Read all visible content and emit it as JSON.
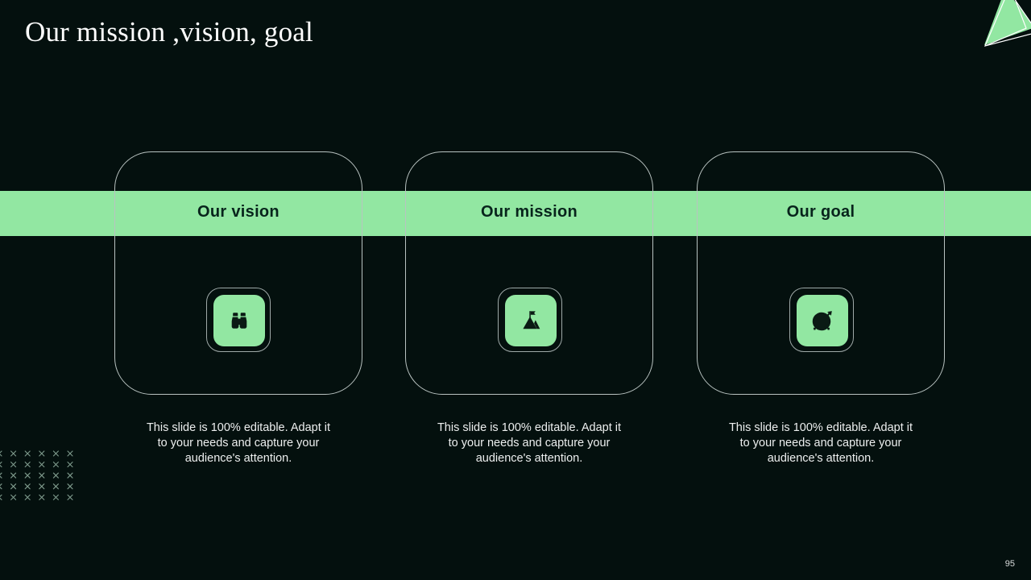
{
  "slide": {
    "title": "Our mission ,vision, goal",
    "page_number": "95",
    "background_color": "#04100E",
    "accent_color": "#92E7A2",
    "heading_text_color": "#08241C",
    "body_text_color": "#EDEFEF",
    "card_border_color": "#B9C3C1"
  },
  "band": {
    "label": "green-accent-band"
  },
  "cards": [
    {
      "heading": "Our vision",
      "icon": "binoculars-icon",
      "body": "This slide is 100% editable. Adapt it to your needs and capture your audience's attention."
    },
    {
      "heading": "Our mission",
      "icon": "mountain-flag-icon",
      "body": "This slide is 100% editable. Adapt it to your needs and capture your audience's attention."
    },
    {
      "heading": "Our goal",
      "icon": "target-arrow-icon",
      "body": "This slide is 100% editable. Adapt it to your needs and capture your audience's attention."
    }
  ],
  "decorations": {
    "dot_grid": "x-mark-grid",
    "corner_triangles": "triangle-corner-graphic"
  }
}
